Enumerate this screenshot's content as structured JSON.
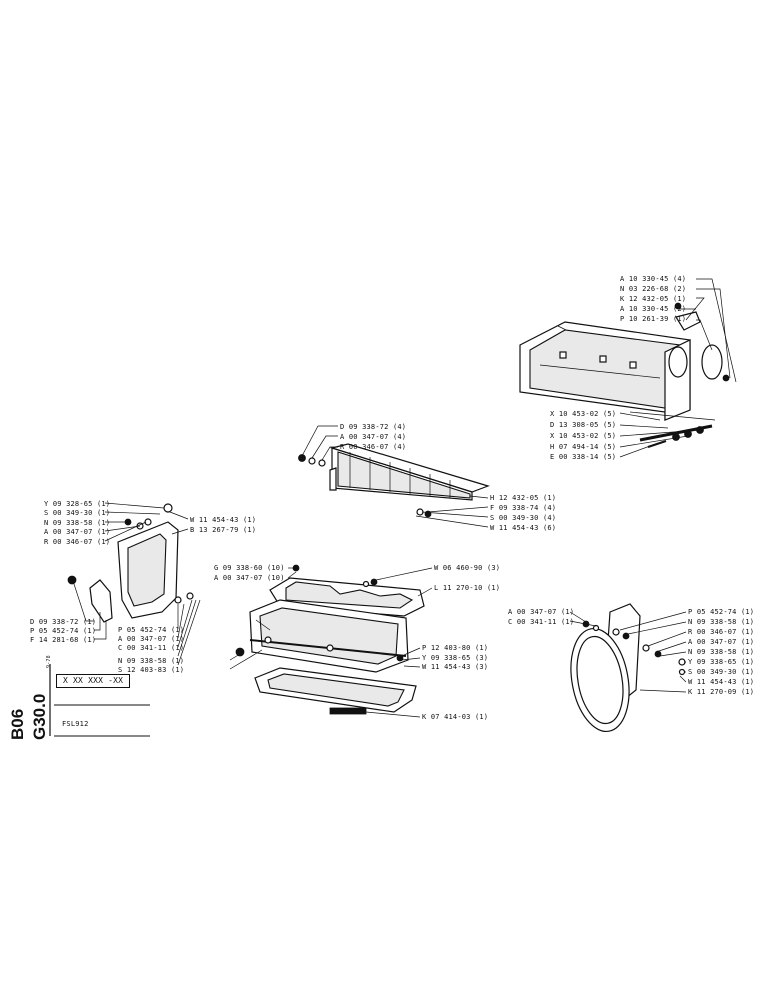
{
  "sheet": {
    "section_code": "B06",
    "group_code": "G30.0",
    "date_small": "9-78",
    "ref_box": "X XX XXX -XX",
    "model": "FSL912"
  },
  "labels": {
    "top_right": [
      "A 10 330-45 (4)",
      "N 03 226-68 (2)",
      "K 12 432-05 (1)",
      "A 10 330-45 (2)",
      "P 10 261-39 (1)"
    ],
    "right_mid": [
      "X 10 453-02 (5)",
      "D 13 308-05 (5)",
      "X 10 453-02 (5)",
      "H 07 494-14 (5)",
      "E 00 338-14 (5)"
    ],
    "center_top": [
      "D 09 338-72 (4)",
      "A 00 347-07 (4)",
      "R 00 346-07 (4)"
    ],
    "center_right": [
      "H 12 432-05 (1)",
      "F 09 338-74 (4)",
      "S 00 349-30 (4)",
      "W 11 454-43 (6)"
    ],
    "left_upper": [
      "Y 09 328-65 (1)",
      "S 00 349-30 (1)",
      "N 09 338-58 (1)",
      "A 00 347-07 (1)",
      "R 00 346-07 (1)"
    ],
    "left_upper_right": [
      "W 11 454-43 (1)",
      "B 13 267-79 (1)"
    ],
    "left_lower": [
      "D 09 338-72 (1)",
      "P 05 452-74 (1)",
      "F 14 281-68 (1)"
    ],
    "center_mid": [
      "G 09 338-60 (10)",
      "A 00 347-07 (10)"
    ],
    "center_mid_right": [
      "W 06 460-90 (3)",
      "L 11 270-10 (1)"
    ],
    "center_lower_left": [
      "P 05 452-74 (1)",
      "A 00 347-07 (1)",
      "C 00 341-11 (1)",
      "N 09 338-58 (1)",
      "S 12 403-83 (1)"
    ],
    "center_lower_right": [
      "P 12 403-80 (1)",
      "Y 09 338-65 (3)",
      "W 11 454-43 (3)"
    ],
    "bottom": [
      "K 07 414-03 (1)"
    ],
    "right_lower_left": [
      "A 00 347-07 (1)",
      "C 00 341-11 (1)"
    ],
    "right_lower": [
      "P 05 452-74 (1)",
      "N 09 338-58 (1)",
      "R 00 346-07 (1)",
      "A 00 347-07 (1)",
      "N 09 338-58 (1)",
      "Y 09 338-65 (1)",
      "S 00 349-30 (1)",
      "W 11 454-43 (1)",
      "K 11 270-09 (1)"
    ]
  }
}
